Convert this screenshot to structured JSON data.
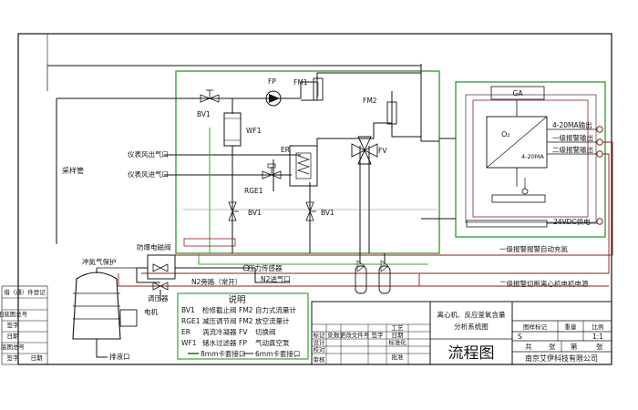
{
  "labels": {
    "bv1_top": "BV1",
    "fp": "FP",
    "fm1": "FM1",
    "fm2": "FM2",
    "wf1": "WF1",
    "er": "ER",
    "fv": "FV",
    "rge1": "RGE1",
    "bv1_left": "BV1",
    "bv1_right": "BV1",
    "instrument_air_out": "仪表风出气口",
    "instrument_air_in": "仪表风进气口",
    "sampling_pipe": "采样管",
    "explosion_proof_valve": "防爆电磁阀",
    "nitrogen_protect": "冲氮气保护",
    "pressure_sensor": "压力传感器",
    "n2_bypass": "N2旁路（常开）",
    "n2_inlet": "N2进气口",
    "regulator": "调压器",
    "motor": "电机",
    "drain": "排液口",
    "ga": "GA",
    "o2": "O₂",
    "ma_small": "4-20MA",
    "out_420": "4-20MA输出",
    "alarm1_out": "一级报警输出",
    "alarm2_out": "二级报警输出",
    "power_24v": "24VDC供电",
    "alarm1_desc": "一级报警报警自动充氮",
    "alarm2_desc": "二级报警切断离心机电机电源"
  },
  "legend": {
    "title": "说明",
    "rows": [
      {
        "code1": "BV1",
        "desc1": "检修截止阀",
        "code2": "FM2",
        "desc2": "自力式流量计"
      },
      {
        "code1": "RGE1",
        "desc1": "减压调节阀",
        "code2": "FM2",
        "desc2": "放空流量计"
      },
      {
        "code1": "ER",
        "desc1": "涡流冷凝器",
        "code2": "FV",
        "desc2": "切换阀"
      },
      {
        "code1": "WF1",
        "desc1": "储水过滤器",
        "code2": "FP",
        "desc2": "气动真空泵"
      }
    ],
    "pipe_8mm": "8mm卡套接口",
    "pipe_6mm": "6mm卡套接口"
  },
  "left_block": {
    "r1": "借（通）件登记",
    "r2": "旧底图总号",
    "r3": "签字",
    "r4": "日期",
    "r5": "底图总号",
    "r6": "签字",
    "r7": "日期"
  },
  "title_block": {
    "drawing_title_line1": "离心机、反应釜氧含量",
    "drawing_title_line2": "分析系统图",
    "big_title": "流程图",
    "marking": "图样标记",
    "weight": "重量",
    "scale": "比例",
    "mark_s": "S",
    "scale_value": "1:1",
    "sheet_total": "共",
    "sheet_unit": "张",
    "sheet_no": "第",
    "sheet_no_unit": "张",
    "company": "南京艾伊科技有限公司",
    "col_mark": "标记",
    "col_count": "处数",
    "col_doc": "更改文件号",
    "col_sign": "签字",
    "col_date": "日期",
    "role_design": "设计",
    "role_check": "校对",
    "role_process": "工艺",
    "role_std": "标准化",
    "role_review": "审核",
    "role_approve": "批准"
  },
  "colors": {
    "green_line": "#3aa13a",
    "red_line": "#8a1c1c",
    "black_line": "#111111"
  }
}
